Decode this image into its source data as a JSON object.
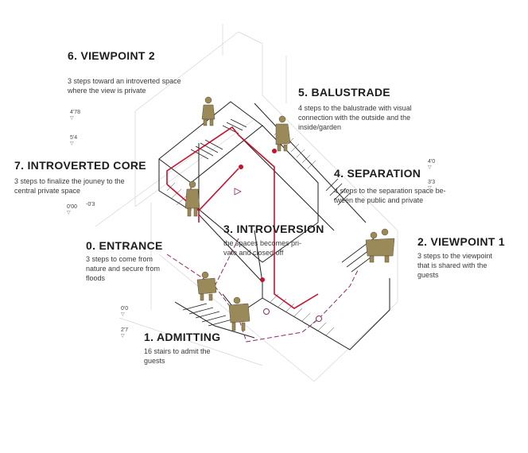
{
  "steps": [
    {
      "number": "6. VIEWPOINT 2",
      "text": [
        "3 steps toward an introverted space",
        "where the view is private"
      ]
    },
    {
      "number": "5. BALUSTRADE",
      "text": [
        "4 steps to the balustrade with visual",
        "connection with the outside and the",
        "inside/garden"
      ]
    },
    {
      "number": "7. INTROVERTED CORE",
      "text": [
        "3 steps to finalize the jouney to the",
        "central private space"
      ]
    },
    {
      "number": "4. SEPARATION",
      "text": [
        "4 steps to the separation space be-",
        "tween the public and private"
      ]
    },
    {
      "number": "3. INTROVERSION",
      "text": [
        "the spaces becomes pri-",
        "vate and closed off"
      ]
    },
    {
      "number": "0. ENTRANCE",
      "text": [
        "3 steps to come from",
        "nature and secure from",
        "floods"
      ]
    },
    {
      "number": "2. VIEWPOINT 1",
      "text": [
        "3 steps to the viewpoint",
        "that is shared with the",
        "guests"
      ]
    },
    {
      "number": "1. ADMITTING",
      "text": [
        "16 stairs to admit the",
        "guests"
      ]
    }
  ],
  "levels": [
    "4'78",
    "5'4",
    "4'0",
    "3'3",
    "0'00",
    "-0'3",
    "0'0",
    "2'7"
  ],
  "colors": {
    "path": "#c8102e",
    "route": "#8e2c68",
    "linework": "#222222",
    "figure": "#9a8a5a"
  }
}
